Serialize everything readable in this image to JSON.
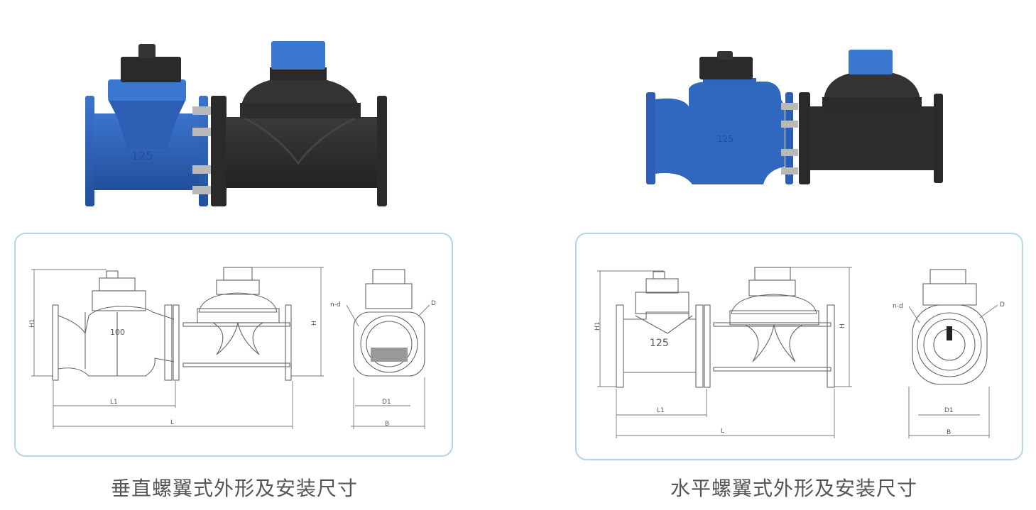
{
  "products": [
    {
      "id": "vertical",
      "caption": "垂直螺翼式外形及安装尺寸",
      "body_mark": "125",
      "drawing": {
        "size_mark": "100",
        "labels": {
          "h1": "H1",
          "h": "H",
          "l1": "L1",
          "l": "L",
          "d1": "D1",
          "b": "B",
          "nd": "n-d",
          "d": "D"
        }
      }
    },
    {
      "id": "horizontal",
      "caption": "水平螺翼式外形及安装尺寸",
      "body_mark": "125",
      "drawing": {
        "size_mark": "125",
        "labels": {
          "h1": "H1",
          "h": "H",
          "l1": "L1",
          "l": "L",
          "d1": "D1",
          "b": "B",
          "nd": "n-d",
          "d": "D"
        }
      }
    }
  ],
  "colors": {
    "meter_blue": "#2f63b8",
    "valve_black": "#2b2b2b",
    "panel_border": "#b5d6e8",
    "caption": "#555555"
  }
}
